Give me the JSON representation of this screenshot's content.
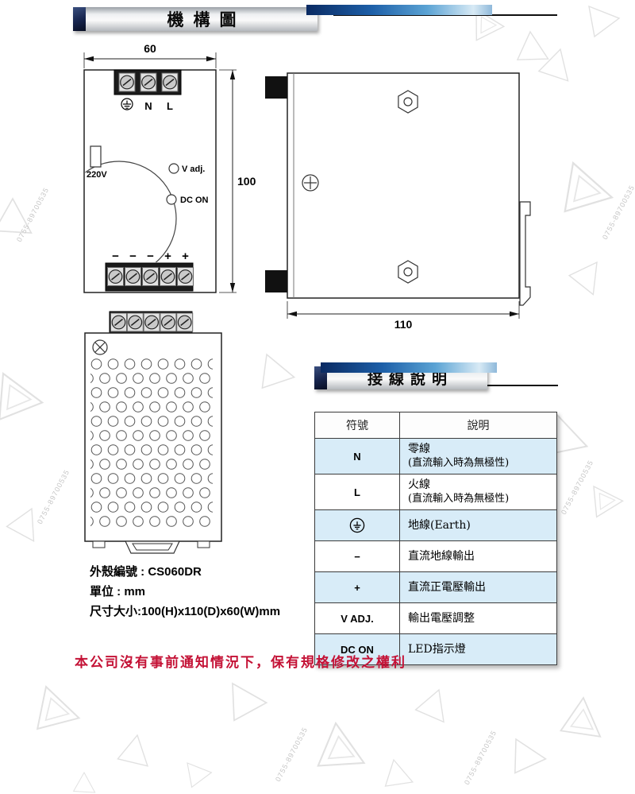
{
  "banners": {
    "mechanical": "機構圖",
    "wiring": "接線說明"
  },
  "front_view": {
    "dim_width": "60",
    "dim_height": "100",
    "voltage_label": "220V",
    "vadj_label": "V adj.",
    "dcon_label": "DC ON",
    "terminal_top": {
      "earth": "⏚",
      "n": "N",
      "l": "L"
    },
    "terminal_bottom": [
      "−",
      "−",
      "−",
      "+",
      "+"
    ]
  },
  "side_view": {
    "dim_depth": "110"
  },
  "notes": {
    "case_line": "外殼編號 : CS060DR",
    "unit_line": "單位 : mm",
    "size_line": "尺寸大小:100(H)x110(D)x60(W)mm"
  },
  "wiring_table": {
    "headers": [
      "符號",
      "說明"
    ],
    "rows": [
      {
        "symbol": "N",
        "desc1": "零線",
        "desc2": "(直流輸入時為無極性)"
      },
      {
        "symbol": "L",
        "desc1": "火線",
        "desc2": "(直流輸入時為無極性)"
      },
      {
        "symbol": "⏚",
        "desc1": "地線(Earth)",
        "desc2": ""
      },
      {
        "symbol": "−",
        "desc1": "直流地線輸出",
        "desc2": ""
      },
      {
        "symbol": "+",
        "desc1": "直流正電壓輸出",
        "desc2": ""
      },
      {
        "symbol": "V ADJ.",
        "desc1": "輸出電壓調整",
        "desc2": ""
      },
      {
        "symbol": "DC ON",
        "desc1": "LED指示燈",
        "desc2": ""
      }
    ]
  },
  "footer": {
    "note": "本公司沒有事前通知情況下，保有規格修改之權利"
  },
  "watermark": {
    "text": "0755-89700535"
  },
  "colors": {
    "accent_blue_dark": "#0a2a62",
    "accent_blue_mid": "#2f7fc1",
    "table_row_blue": "#d8ecf8",
    "footer_red": "#c41236"
  }
}
